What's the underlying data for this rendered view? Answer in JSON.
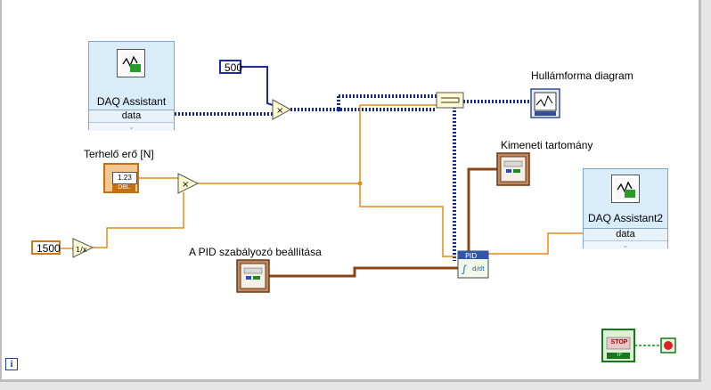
{
  "daq1": {
    "title": "DAQ Assistant",
    "output": "data"
  },
  "daq2": {
    "title": "DAQ Assistant2",
    "output": "data"
  },
  "const_500": "500",
  "const_1500": "1500",
  "labels": {
    "load_force": "Terhelő erő [N]",
    "waveform_chart": "Hullámforma diagram",
    "output_range": "Kimeneti tartomány",
    "pid_settings": "A PID szabályozó beállítása"
  },
  "numeric_ctrl": {
    "value": "1.23",
    "type": "DBL"
  },
  "pid": {
    "title": "PID"
  },
  "stop": {
    "label": "STOP",
    "type": "TF"
  },
  "info": "i",
  "colors": {
    "float_wire": "#ff8000",
    "dynamic_wire": "#000080",
    "cluster_wire": "#8b4513",
    "bool_wire": "#009000",
    "daq_bg": "#d8ecfa"
  }
}
